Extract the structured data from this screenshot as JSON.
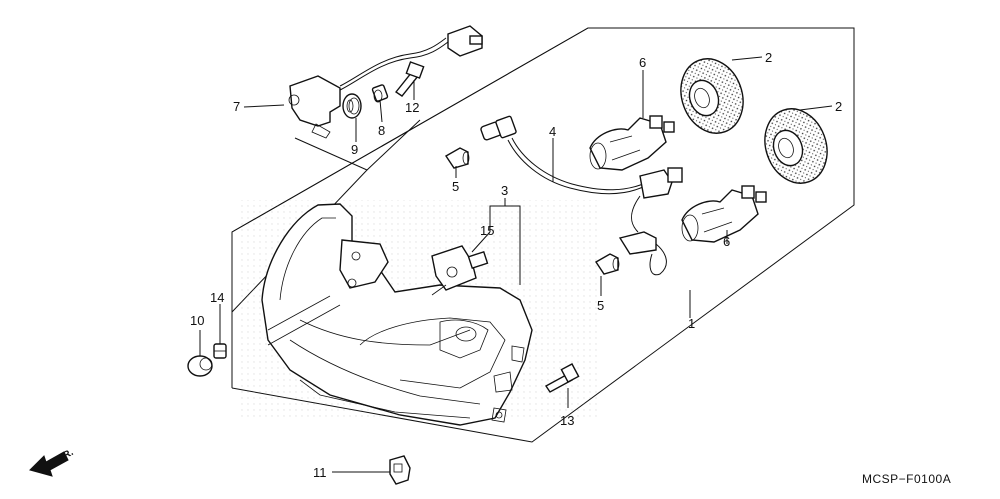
{
  "callouts": [
    "1",
    "2",
    "2",
    "3",
    "4",
    "5",
    "5",
    "6",
    "6",
    "7",
    "8",
    "9",
    "10",
    "11",
    "12",
    "13",
    "14",
    "15"
  ],
  "diagram_code": "MCSP−F0100A",
  "direction_label": "FR.",
  "direction_icon": "front-arrow-icon"
}
